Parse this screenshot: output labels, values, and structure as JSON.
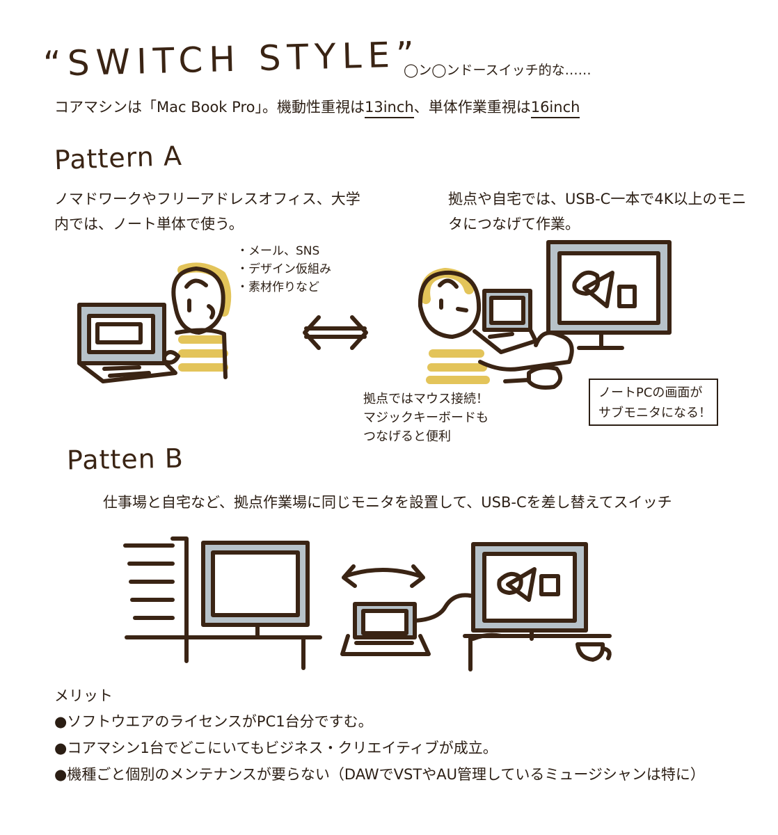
{
  "header": {
    "title": "“SWITCH STYLE”",
    "subtitle": "◯ン◯ンドースイッチ的な……",
    "lead_prefix": "コアマシンは「Mac Book Pro」。機動性重視は",
    "lead_size_1": "13inch",
    "lead_mid": "、単体作業重視は",
    "lead_size_2": "16inch"
  },
  "pattern_a": {
    "heading": "Pattern A",
    "left_desc": "ノマドワークやフリーアドレスオフィス、大学内では、ノート単体で使う。",
    "right_desc": "拠点や自宅では、USB-C一本で4K以上のモニタにつなげて作業。",
    "notes": [
      "・メール、SNS",
      "・デザイン仮組み",
      "・素材作りなど"
    ],
    "mouse_note": [
      "拠点ではマウス接続！",
      "マジックキーボードも",
      "つなげると便利"
    ],
    "callout": [
      "ノートPCの画面が",
      "サブモニタになる！"
    ]
  },
  "pattern_b": {
    "heading": "Patten B",
    "desc": "仕事場と自宅など、拠点作業場に同じモニタを設置して、USB-Cを差し替えてスイッチ"
  },
  "merits": {
    "title": "メリット",
    "items": [
      "●ソフトウエアのライセンスがPC1台分ですむ。",
      "●コアマシン1台でどこにいてもビジネス・クリエイティブが成立。",
      "●機種ごと個別のメンテナンスが要らない（DAWでVSTやAU管理しているミュージシャンは特に）"
    ]
  },
  "colors": {
    "ink": "#3a2414",
    "accent_yellow": "#e3c45a",
    "screen_gray": "#b7c2c9"
  }
}
